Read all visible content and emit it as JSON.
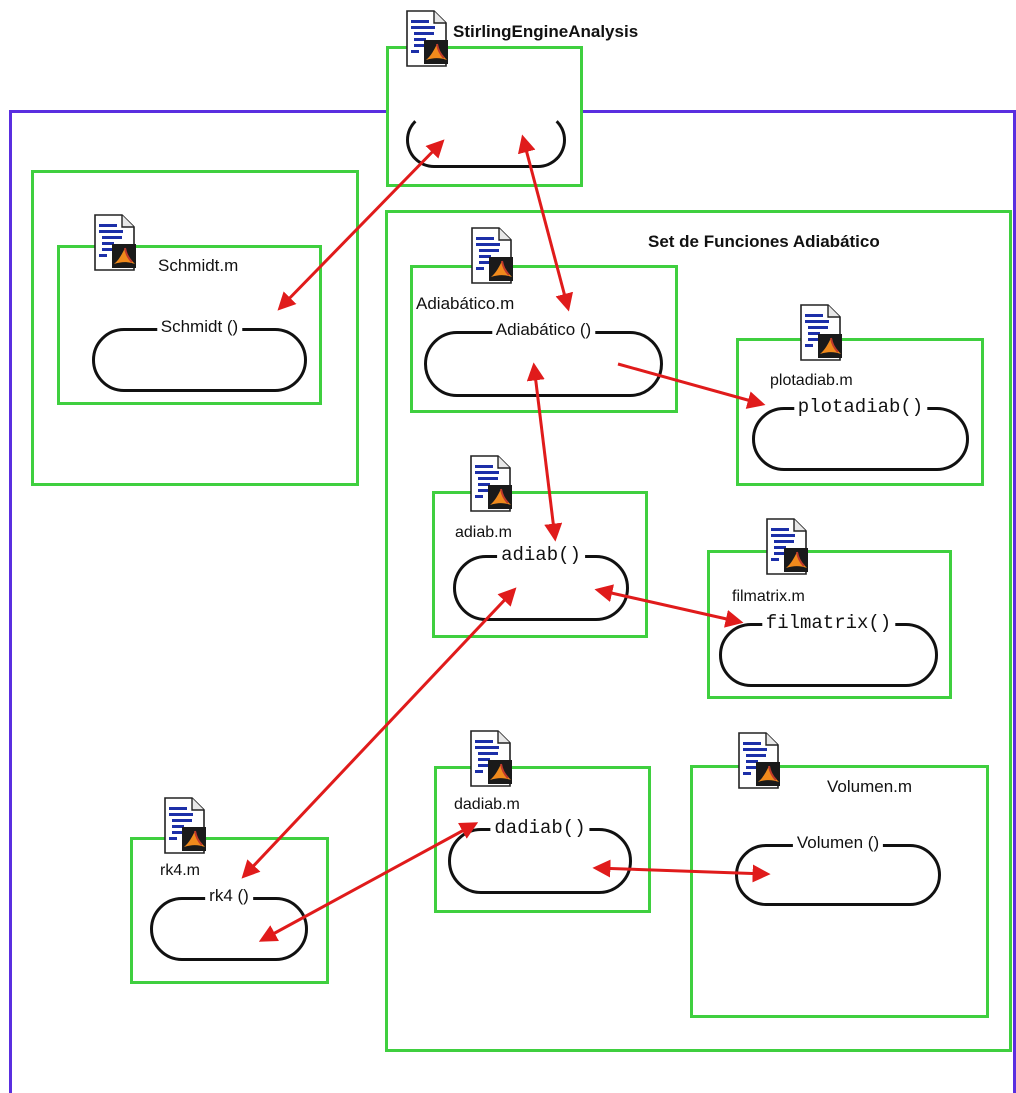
{
  "main": {
    "title": "StirlingEngineAnalysis"
  },
  "group": {
    "title": "Set de Funciones Adiabático"
  },
  "modules": {
    "schmidt": {
      "file": "Schmidt.m",
      "func": "Schmidt ()"
    },
    "adiabatico": {
      "file": "Adiabático.m",
      "func": "Adiabático ()"
    },
    "plotadiab": {
      "file": "plotadiab.m",
      "func": "plotadiab()"
    },
    "adiab": {
      "file": "adiab.m",
      "func": "adiab()"
    },
    "filmatrix": {
      "file": "filmatrix.m",
      "func": "filmatrix()"
    },
    "dadiab": {
      "file": "dadiab.m",
      "func": "dadiab()"
    },
    "volumen": {
      "file": "Volumen.m",
      "func": "Volumen ()"
    },
    "rk4": {
      "file": "rk4.m",
      "func": "rk4 ()"
    }
  },
  "colors": {
    "box_border": "#3fcf3f",
    "frame": "#5a2ee0",
    "arrow": "#e01b1b",
    "loop": "#111111"
  },
  "icons": {
    "file": "matlab-m-file-icon"
  }
}
